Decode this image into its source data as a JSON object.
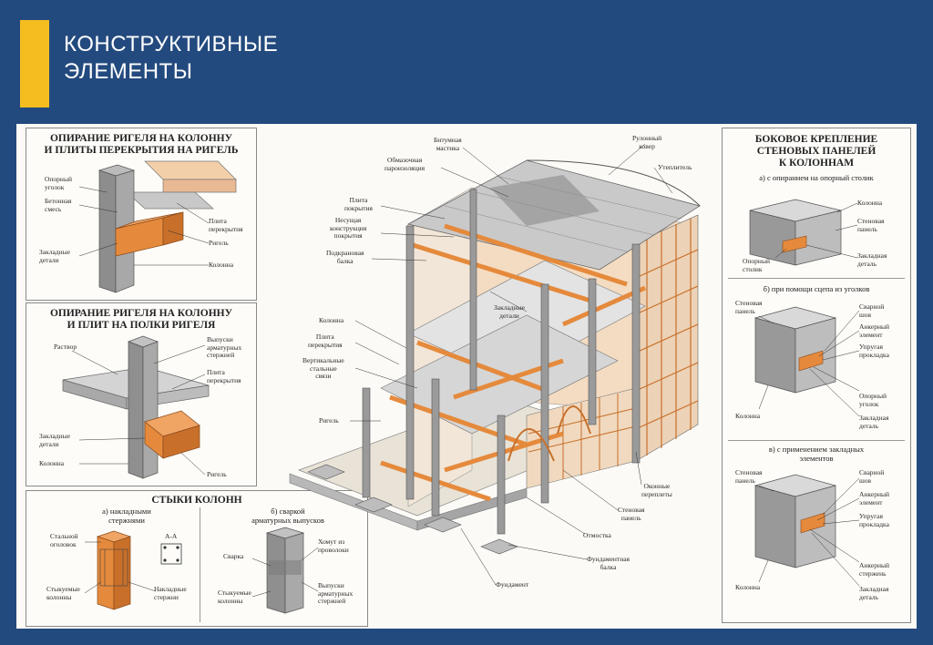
{
  "header": {
    "title_line1": "КОНСТРУКТИВНЫЕ",
    "title_line2": "ЭЛЕМЕНТЫ"
  },
  "colors": {
    "slide_background": "#234a7e",
    "accent_bar": "#f5bd1f",
    "poster_background": "#fbfaf6",
    "orange_beam": "#e58a3c",
    "concrete_gray": "#9a9a9a"
  },
  "panel1": {
    "title_line1": "ОПИРАНИЕ РИГЕЛЯ НА КОЛОННУ",
    "title_line2": "И ПЛИТЫ ПЕРЕКРЫТИЯ НА РИГЕЛЬ",
    "labels": {
      "support_angle": "Опорный\nуголок",
      "concrete_mix": "Бетонная\nсмесь",
      "embedded_parts": "Закладные\nдетали",
      "floor_slab": "Плита\nперекрытия",
      "crossbar": "Ригель",
      "column": "Колонна"
    }
  },
  "panel2": {
    "title_line1": "ОПИРАНИЕ РИГЕЛЯ НА КОЛОННУ",
    "title_line2": "И ПЛИТ НА ПОЛКИ РИГЕЛЯ",
    "labels": {
      "mortar": "Раствор",
      "rebar_outlets": "Выпуски\nарматурных\nстержней",
      "floor_slab": "Плита\nперекрытия",
      "embedded_parts": "Закладные\nдетали",
      "column": "Колонна",
      "crossbar": "Ригель"
    }
  },
  "panel3": {
    "title": "СТЫКИ КОЛОНН",
    "sub_a": "а) накладными\nстержнями",
    "sub_b": "б) сваркой\nарматурных выпусков",
    "labels": {
      "steel_cap": "Стальной\nоголовок",
      "section_aa": "А-А",
      "joined_columns_a": "Стыкуемые\nколонны",
      "overlay_bars": "Накладные\nстержни",
      "welding": "Сварка",
      "wire_clamp": "Хомут из\nпроволоки",
      "joined_columns_b": "Стыкуемые\nколонны",
      "rebar_outlets": "Выпуски\nарматурных\nстержней"
    }
  },
  "panel4": {
    "title_line1": "БОКОВОЕ КРЕПЛЕНИЕ",
    "title_line2": "СТЕНОВЫХ ПАНЕЛЕЙ",
    "title_line3": "К КОЛОННАМ",
    "sub_a": "а) с опиранием на опорный столик",
    "sub_b": "б) при помощи сцепа из уголков",
    "sub_c": "в) с применением закладных\nэлементов",
    "labels_a": {
      "column": "Колонна",
      "wall_panel": "Стеновая\nпанель",
      "embedded_part": "Закладная\nдеталь",
      "support_table": "Опорный\nстолик"
    },
    "labels_b": {
      "wall_panel": "Стеновая\nпанель",
      "weld_seam": "Сварной\nшов",
      "anchor_element": "Анкерный\nэлемент",
      "elastic_gasket": "Упругая\nпрокладка",
      "support_angle": "Опорный\nуголок",
      "column": "Колонна",
      "embedded_part": "Закладная\nдеталь"
    },
    "labels_c": {
      "wall_panel": "Стеновая\nпанель",
      "weld_seam": "Сварной\nшов",
      "anchor_element": "Анкерный\nэлемент",
      "elastic_gasket": "Упругая\nпрокладка",
      "anchor_rod": "Анкерный\nстержень",
      "column": "Колонна",
      "embedded_part": "Закладная\nдеталь"
    }
  },
  "main_diagram": {
    "labels": {
      "bitumen_mastic": "Битумная\nмастика",
      "rolled_carpet": "Рулонный\nковер",
      "coating_vapor": "Обмазочная\nпароизоляция",
      "insulation": "Утеплитель",
      "roof_slab": "Плита\nпокрытия",
      "roof_structure": "Несущая\nконструкция\nпокрытия",
      "crane_beam": "Подкрановая\nбалка",
      "embedded_parts": "Закладные\nдетали",
      "column": "Колонна",
      "floor_slab": "Плита\nперекрытия",
      "steel_bracing": "Вертикальные\nстальные\nсвязи",
      "crossbar": "Ригель",
      "window_frames": "Оконные\nпереплеты",
      "wall_panel": "Стеновая\nпанель",
      "blind_area": "Отмостка",
      "foundation_beam": "Фундаментная\nбалка",
      "foundation": "Фундамент"
    }
  }
}
